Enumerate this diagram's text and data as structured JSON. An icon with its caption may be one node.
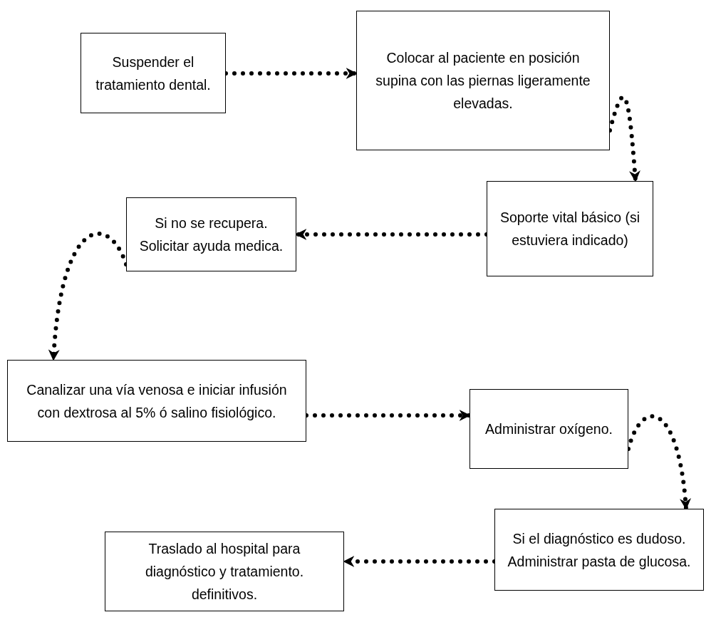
{
  "diagram": {
    "nodes": [
      {
        "text": [
          "Suspender el tratamiento dental."
        ]
      },
      {
        "text": [
          "Colocar al paciente en posición supina con las piernas ligeramente elevadas."
        ]
      },
      {
        "text": [
          "Soporte vital básico (si estuviera indicado)"
        ]
      },
      {
        "text": [
          "Si no se recupera. Solicitar ayuda medica."
        ]
      },
      {
        "text": [
          "Canalizar una vía venosa e iniciar infusión con dextrosa al 5% ó salino fisiológico."
        ]
      },
      {
        "text": [
          "Administrar oxígeno."
        ]
      },
      {
        "text": [
          "Si el diagnóstico es dudoso. Administrar pasta de glucosa."
        ]
      },
      {
        "text": [
          "Traslado al hospital para diagnóstico y tratamiento. definitivos."
        ]
      }
    ],
    "edges": [
      {
        "from": 0,
        "to": 1,
        "arrow": "to"
      },
      {
        "from": 1,
        "to": 2,
        "arrow": "to"
      },
      {
        "from": 2,
        "to": 3,
        "arrow": "to"
      },
      {
        "from": 3,
        "to": 4,
        "arrow": "to"
      },
      {
        "from": 4,
        "to": 5,
        "arrow": "to"
      },
      {
        "from": 5,
        "to": 6,
        "arrow": "to"
      },
      {
        "from": 6,
        "to": 7,
        "arrow": "to"
      }
    ]
  }
}
